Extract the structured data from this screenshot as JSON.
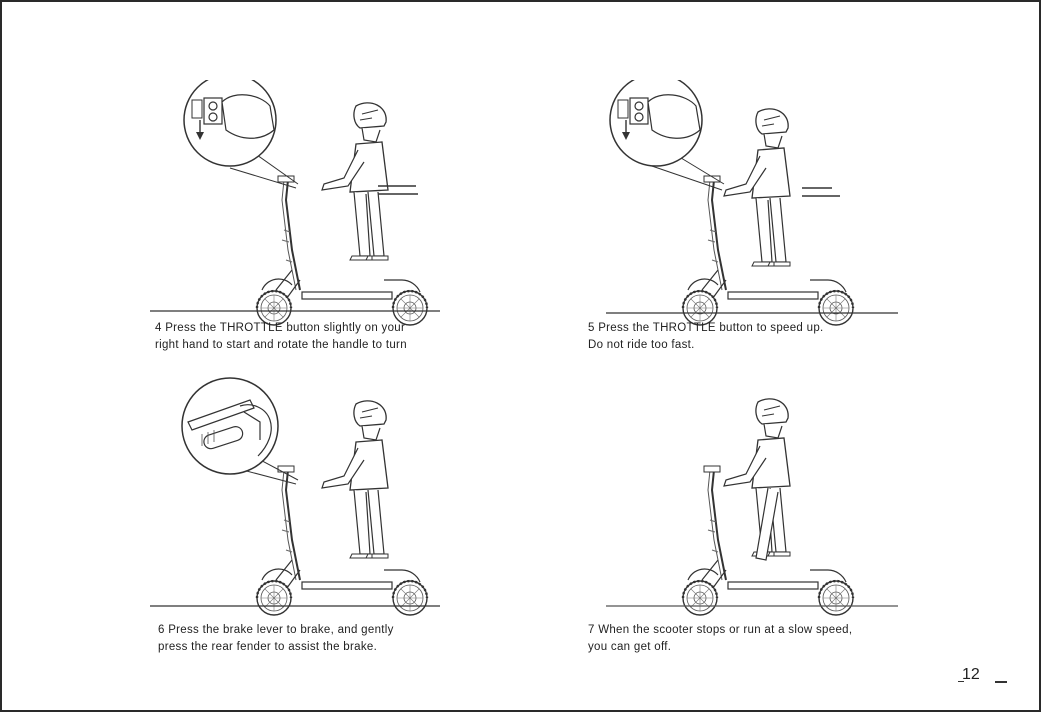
{
  "steps": [
    {
      "line1": "4  Press the THROTTLE button slightly on your",
      "line2": "right hand to start and rotate the handle to turn"
    },
    {
      "line1": "5  Press the THROTTLE button to speed up.",
      "line2": "Do not ride too fast."
    },
    {
      "line1": "6  Press the brake lever to brake, and gently",
      "line2": "press the rear fender to assist the brake."
    },
    {
      "line1": "7  When the scooter stops or run at a slow speed,",
      "line2": "you can get off."
    }
  ],
  "page_number": "12",
  "line_color": "#333333"
}
